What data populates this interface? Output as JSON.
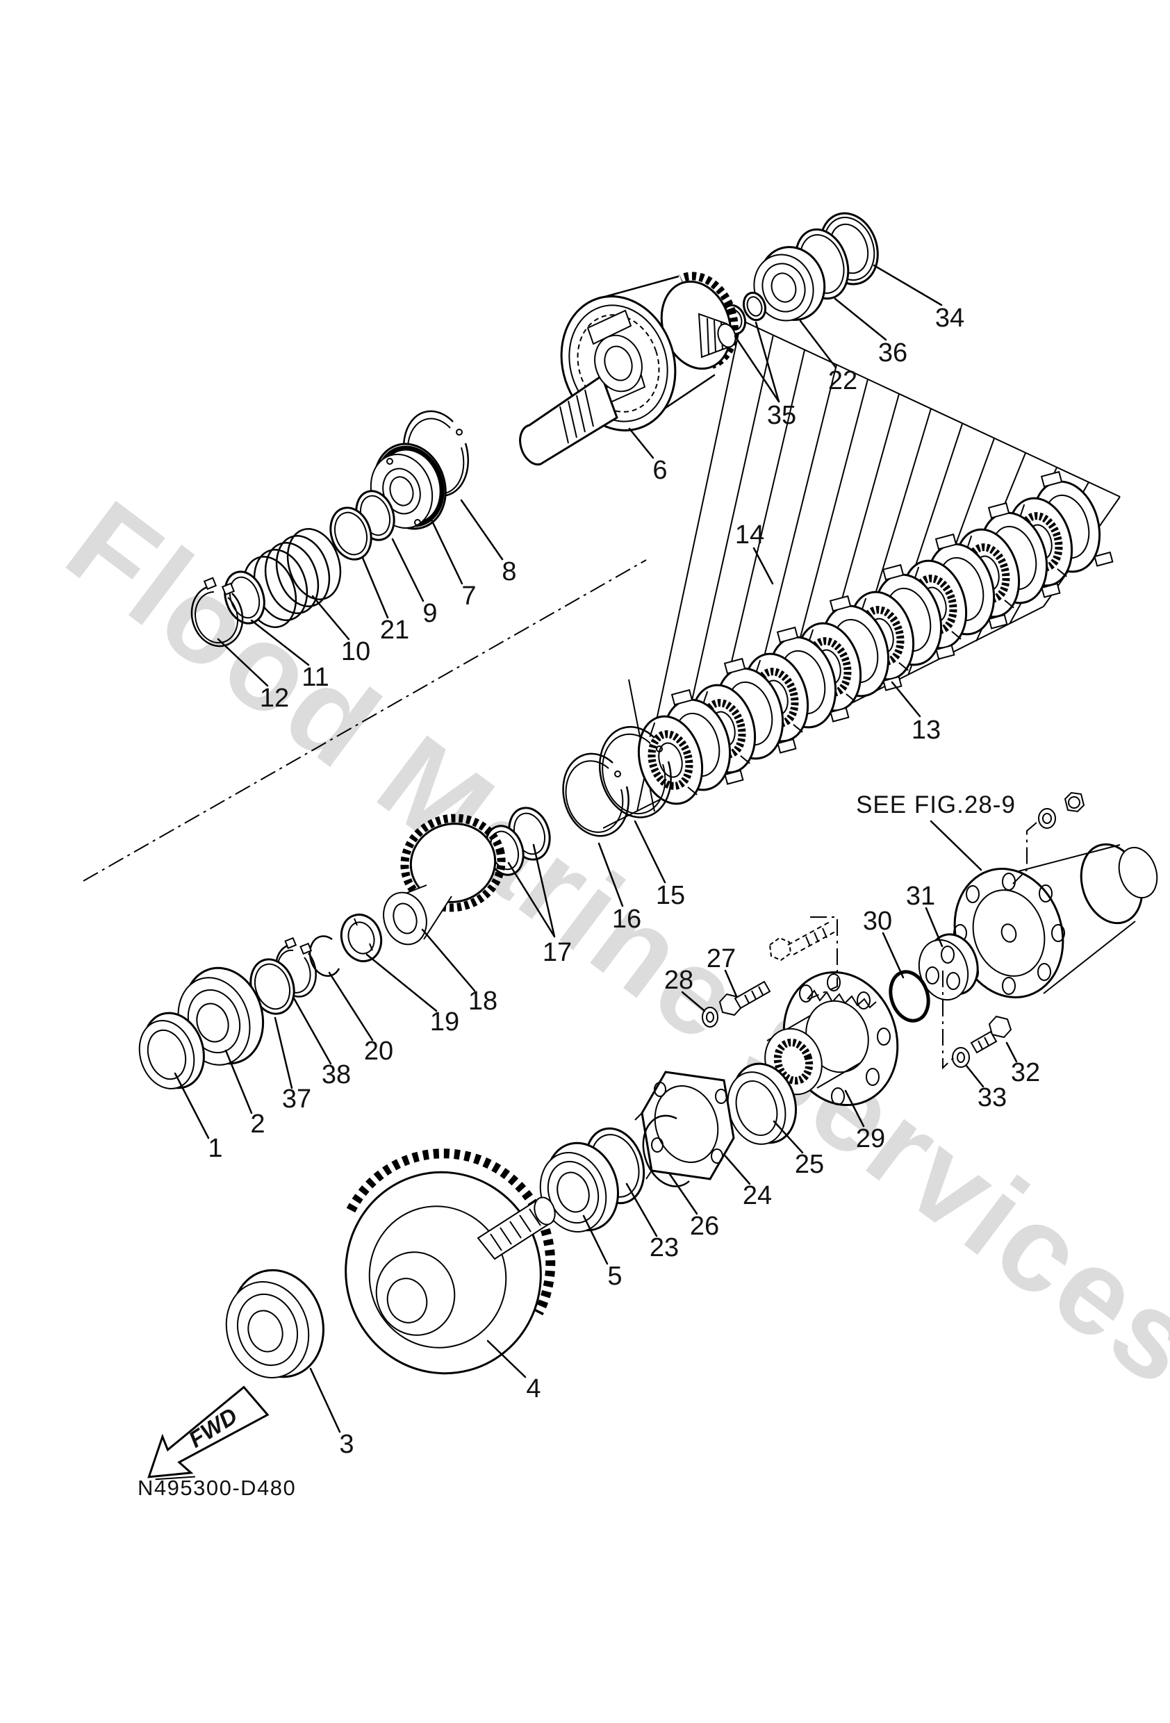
{
  "diagram": {
    "watermark": "Flood Marine Services",
    "see_fig_note": "SEE FIG.28-9",
    "part_code": "N495300-D480",
    "fwd_label": "FWD"
  },
  "part_labels": {
    "p1": "1",
    "p2": "2",
    "p3": "3",
    "p4": "4",
    "p5": "5",
    "p6": "6",
    "p7": "7",
    "p8": "8",
    "p9": "9",
    "p10": "10",
    "p11": "11",
    "p12": "12",
    "p13": "13",
    "p14": "14",
    "p15": "15",
    "p16": "16",
    "p17": "17",
    "p18": "18",
    "p19": "19",
    "p20": "20",
    "p21": "21",
    "p22": "22",
    "p23": "23",
    "p24": "24",
    "p25": "25",
    "p26": "26",
    "p27": "27",
    "p28": "28",
    "p29": "29",
    "p30": "30",
    "p31": "31",
    "p32": "32",
    "p33": "33",
    "p34": "34",
    "p35": "35",
    "p36": "36",
    "p37": "37",
    "p38": "38"
  }
}
